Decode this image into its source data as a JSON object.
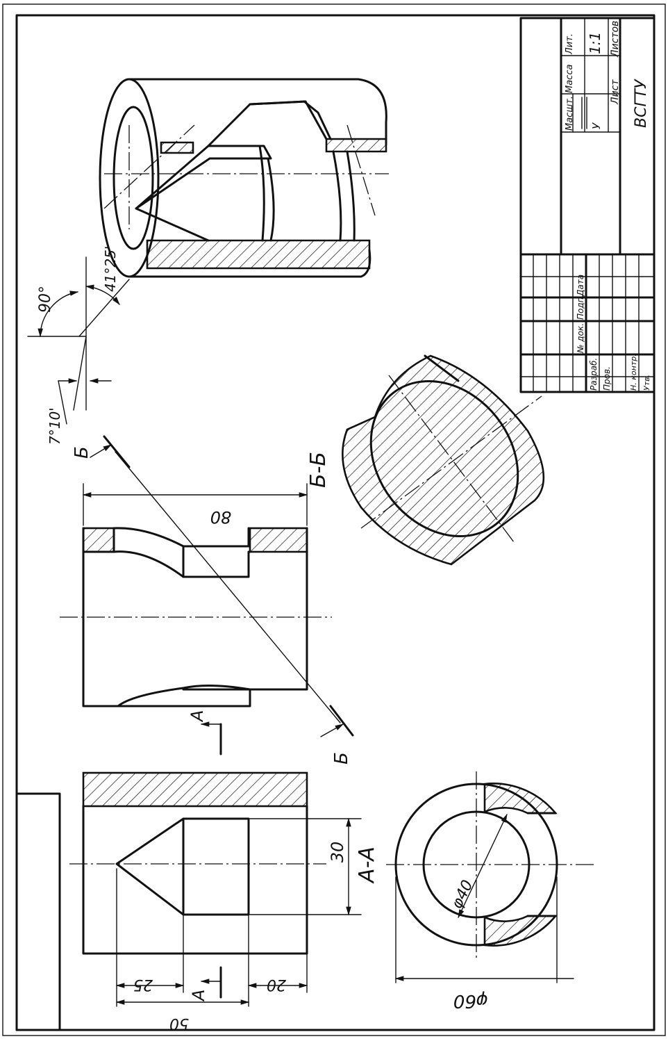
{
  "dimensions": {
    "d60": "φ60",
    "d40": "φ40",
    "len50": "50",
    "len25": "25",
    "len20": "20",
    "len30": "30",
    "len80": "80",
    "angle90": "90°",
    "angle41": "41°25'",
    "angle7": "7°10'"
  },
  "sections": {
    "aa_title": "А-А",
    "a_mark": "А",
    "bb_title": "Б-Б",
    "b_mark": "Б"
  },
  "title_block": {
    "lit": "Лит.",
    "mass": "Масса",
    "scale": "Масшт.",
    "scale_value": "1:1",
    "litera_value": "У",
    "sheet": "Лист",
    "sheets": "Листов",
    "org": "ВСГТУ",
    "doc_no": "№ док.",
    "signature": "Подп.",
    "date": "Дата",
    "developed": "Разраб.",
    "checked": "Пров.",
    "norm_control": "Н. контр.",
    "approved": "Утв."
  }
}
